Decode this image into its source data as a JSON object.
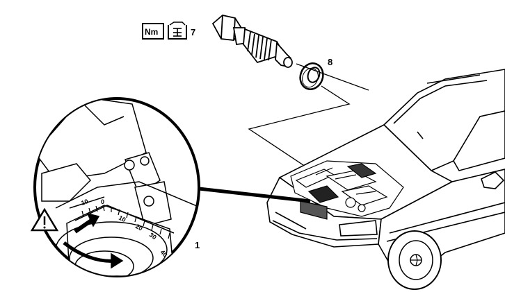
{
  "symbols": {
    "torque": "Nm",
    "torque_icon": "torque-wrench-symbol",
    "oil_icon": "oil-can-symbol",
    "warning_icon": "warning-triangle-symbol"
  },
  "callouts": {
    "part_7": "7",
    "part_8": "8",
    "detail_1": "1"
  },
  "scale_labels": [
    "10",
    "0",
    "10",
    "20",
    "30",
    "40"
  ]
}
